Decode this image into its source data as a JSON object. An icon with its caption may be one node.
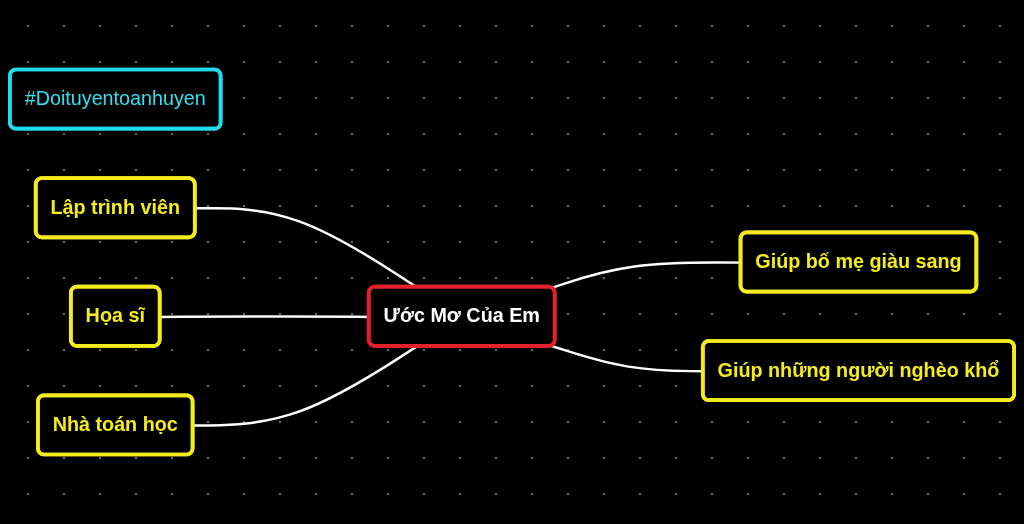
{
  "diagram": {
    "nodes": [
      {
        "text": [
          "#Doituyentoanhuyen"
        ]
      },
      {
        "text": [
          "Lập trình viên"
        ]
      },
      {
        "text": [
          "Giúp bố mẹ giàu sang"
        ]
      },
      {
        "text": [
          "Họa sĩ"
        ]
      },
      {
        "text": [
          "Ước Mơ Của Em"
        ]
      },
      {
        "text": [
          "Giúp những người nghèo khổ"
        ]
      },
      {
        "text": [
          "Nhà toán học"
        ]
      }
    ],
    "edges": [
      {
        "from": 1,
        "to": 4,
        "arrow": "none"
      },
      {
        "from": 3,
        "to": 4,
        "arrow": "none"
      },
      {
        "from": 6,
        "to": 4,
        "arrow": "none"
      },
      {
        "from": 4,
        "to": 2,
        "arrow": "none"
      },
      {
        "from": 4,
        "to": 5,
        "arrow": "none"
      }
    ]
  }
}
